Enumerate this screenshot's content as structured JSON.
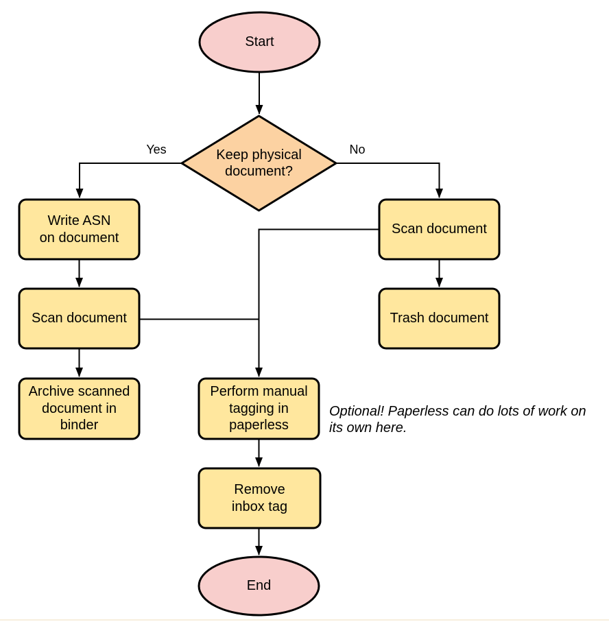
{
  "diagram": {
    "type": "flowchart",
    "nodes": [
      {
        "id": "start",
        "shape": "ellipse",
        "label": "Start"
      },
      {
        "id": "decision",
        "shape": "diamond",
        "label": "Keep physical\ndocument?"
      },
      {
        "id": "write-asn",
        "shape": "process",
        "label": "Write ASN\non document"
      },
      {
        "id": "scan-left",
        "shape": "process",
        "label": "Scan document"
      },
      {
        "id": "archive",
        "shape": "process",
        "label": "Archive scanned\ndocument in\nbinder"
      },
      {
        "id": "scan-right",
        "shape": "process",
        "label": "Scan document"
      },
      {
        "id": "trash",
        "shape": "process",
        "label": "Trash document"
      },
      {
        "id": "tagging",
        "shape": "process",
        "label": "Perform manual\ntagging in\npaperless"
      },
      {
        "id": "remove-inbox",
        "shape": "process",
        "label": "Remove\ninbox tag"
      },
      {
        "id": "end",
        "shape": "ellipse",
        "label": "End"
      }
    ],
    "edge_labels": {
      "yes": "Yes",
      "no": "No"
    },
    "edges": [
      {
        "from": "start",
        "to": "decision",
        "label": ""
      },
      {
        "from": "decision",
        "to": "write-asn",
        "label": "Yes"
      },
      {
        "from": "write-asn",
        "to": "scan-left",
        "label": ""
      },
      {
        "from": "scan-left",
        "to": "archive",
        "label": ""
      },
      {
        "from": "decision",
        "to": "scan-right",
        "label": "No"
      },
      {
        "from": "scan-right",
        "to": "trash",
        "label": ""
      },
      {
        "from": "scan-right",
        "to": "tagging",
        "label": ""
      },
      {
        "from": "scan-left",
        "to": "tagging",
        "label": ""
      },
      {
        "from": "tagging",
        "to": "remove-inbox",
        "label": ""
      },
      {
        "from": "remove-inbox",
        "to": "end",
        "label": ""
      }
    ],
    "annotation": "Optional! Paperless can do lots of work on\nits own here.",
    "colors": {
      "terminal_fill": "#f8cecc",
      "decision_fill": "#fcd2a2",
      "process_fill": "#ffe79e",
      "stroke": "#000000",
      "bottom_edge_line": "#f7eedd"
    }
  }
}
